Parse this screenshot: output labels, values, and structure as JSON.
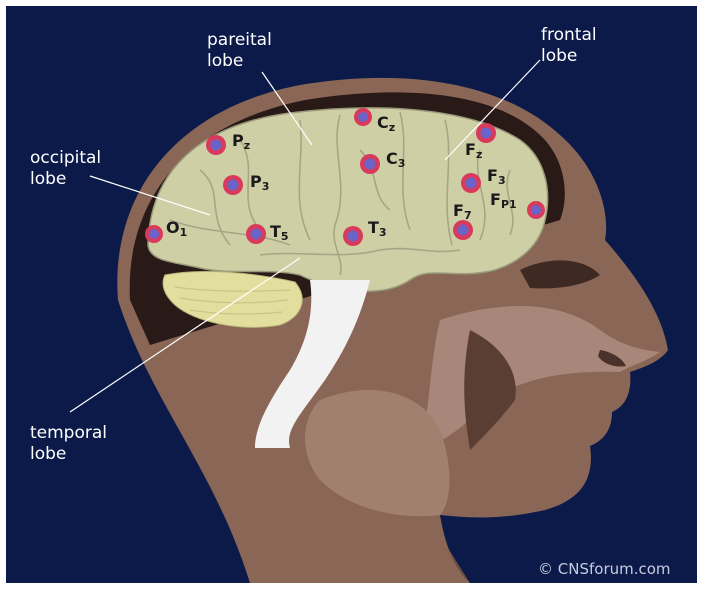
{
  "labels": {
    "parietal": [
      "pareital",
      "lobe"
    ],
    "frontal": [
      "frontal",
      "lobe"
    ],
    "occipital": [
      "occipital",
      "lobe"
    ],
    "temporal": [
      "temporal",
      "lobe"
    ]
  },
  "electrodes": {
    "cz": {
      "main": "C",
      "sub": "z"
    },
    "pz": {
      "main": "P",
      "sub": "z"
    },
    "c3": {
      "main": "C",
      "sub": "3"
    },
    "fz": {
      "main": "F",
      "sub": "z"
    },
    "p3": {
      "main": "P",
      "sub": "3"
    },
    "f3": {
      "main": "F",
      "sub": "3"
    },
    "fp1": {
      "main": "F",
      "sub": "P1"
    },
    "f7": {
      "main": "F",
      "sub": "7"
    },
    "o1": {
      "main": "O",
      "sub": "1"
    },
    "t5": {
      "main": "T",
      "sub": "5"
    },
    "t3": {
      "main": "T",
      "sub": "3"
    }
  },
  "credit": "© CNSforum.com",
  "colors": {
    "background": "#0c1a4a",
    "brain": "#cfcfa6",
    "cerebellum": "#e2df9e",
    "skin_mid": "#8a6656",
    "skin_light": "#a8877a",
    "skin_dark": "#5a3e33",
    "electrode_ring": "#d93a5c",
    "electrode_core": "#6a64c8"
  }
}
